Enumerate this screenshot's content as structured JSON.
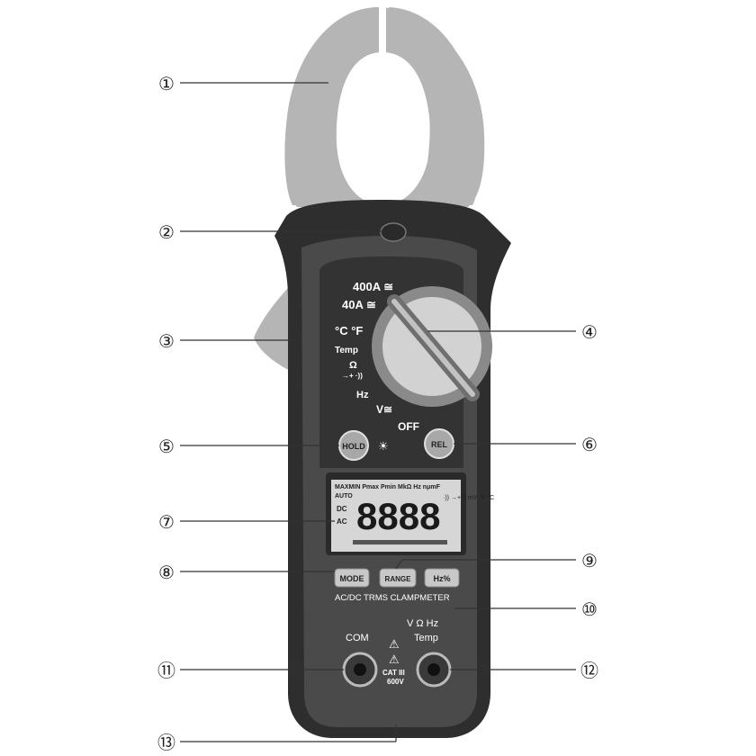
{
  "dial": {
    "pos_400a": "400A ≅",
    "pos_40a": "40A ≅",
    "pos_temp_units": "°C °F",
    "pos_temp": "Temp",
    "pos_ohm": "Ω",
    "pos_diode_cont": "→+ ·))",
    "pos_hz": "Hz",
    "pos_volt": "V≅",
    "pos_off": "OFF"
  },
  "buttons": {
    "hold": "HOLD",
    "backlight_symbol": "☀",
    "rel": "REL",
    "mode": "MODE",
    "range": "RANGE",
    "hz_percent": "Hz%"
  },
  "lcd": {
    "top_row": "MAXMIN  Pmax  Pmin  MkΩ  Hz  nμmF",
    "auto": "AUTO",
    "dc": "DC",
    "ac": "AC",
    "digits": "8888",
    "units_right": "·)) →+ A mV °F °C"
  },
  "labels": {
    "bottom_line": "AC/DC  TRMS  CLAMPMETER",
    "com": "COM",
    "vohmhz": "V  Ω  Hz",
    "temp": "Temp",
    "warning": "⚠",
    "cat": "CAT III",
    "voltage": "600V"
  },
  "callouts": [
    "①",
    "②",
    "③",
    "④",
    "⑤",
    "⑥",
    "⑦",
    "⑧",
    "⑨",
    "⑩",
    "⑪",
    "⑫",
    "⑬"
  ],
  "colors": {
    "body": "#4a4a4a",
    "body_dark": "#2e2e2e",
    "jaw": "#b5b5b5",
    "dial_ring": "#8a8a8a",
    "dial_center": "#d2d2d2",
    "lcd_bg": "#d6d6d6",
    "button": "#c8c8c8"
  }
}
